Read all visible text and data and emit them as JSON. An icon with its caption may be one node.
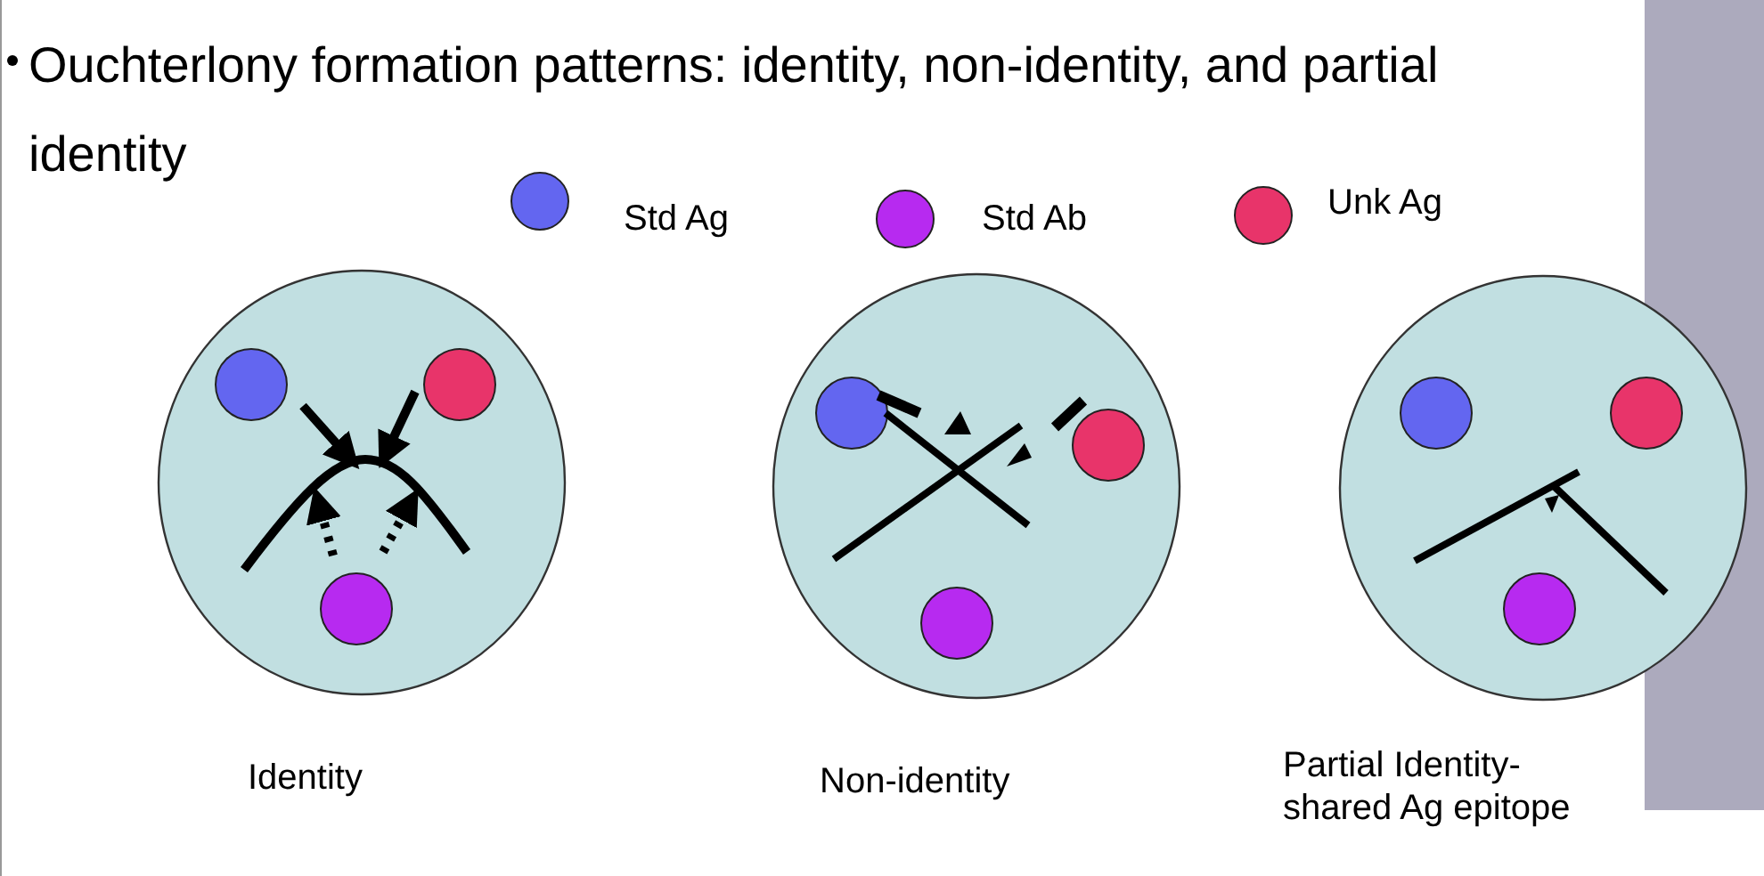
{
  "diagram": {
    "title": "Ouchterlony formation patterns: identity, non-identity, and partial identity",
    "nodes": [
      {
        "text": [],
        "shape": "circle",
        "beside": [
          "Identity"
        ]
      },
      {
        "text": [],
        "shape": "circle",
        "beside": [
          "Non-identity"
        ]
      },
      {
        "text": [],
        "shape": "circle",
        "beside": [
          "Partial Identity- shared Ag epitope"
        ]
      },
      {
        "text": [],
        "shape": "bar"
      }
    ],
    "edges": [],
    "legend": [
      {
        "text": "Std Ag",
        "color": "#6366f0"
      },
      {
        "text": "Std Ab",
        "color": "#b72af0"
      },
      {
        "text": "Unk Ag",
        "color": "#e8346a"
      }
    ]
  }
}
